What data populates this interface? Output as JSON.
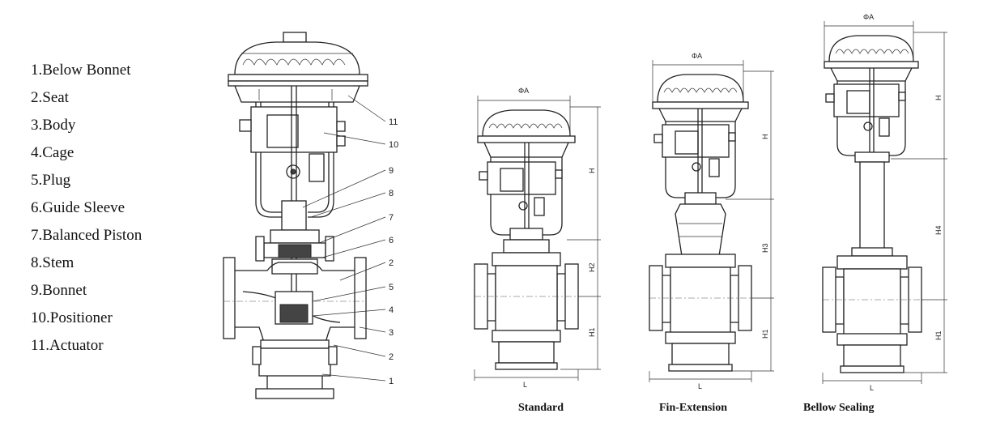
{
  "legend": [
    "1.Below Bonnet",
    "2.Seat",
    "3.Body",
    "4.Cage",
    "5.Plug",
    "6.Guide Sleeve",
    "7.Balanced Piston",
    "8.Stem",
    "9.Bonnet",
    "10.Positioner",
    "11.Actuator"
  ],
  "callouts": [
    "11",
    "10",
    "9",
    "8",
    "7",
    "6",
    "2",
    "5",
    "4",
    "3",
    "2",
    "1"
  ],
  "captions": {
    "standard": "Standard",
    "fin": "Fin-Extension",
    "bellow": "Bellow Sealing"
  },
  "dims": {
    "phiA": "ΦA",
    "H": "H",
    "H1": "H1",
    "H2": "H2",
    "H3": "H3",
    "H4": "H4",
    "L": "L"
  },
  "colors": {
    "line": "#222222",
    "background": "#ffffff"
  }
}
